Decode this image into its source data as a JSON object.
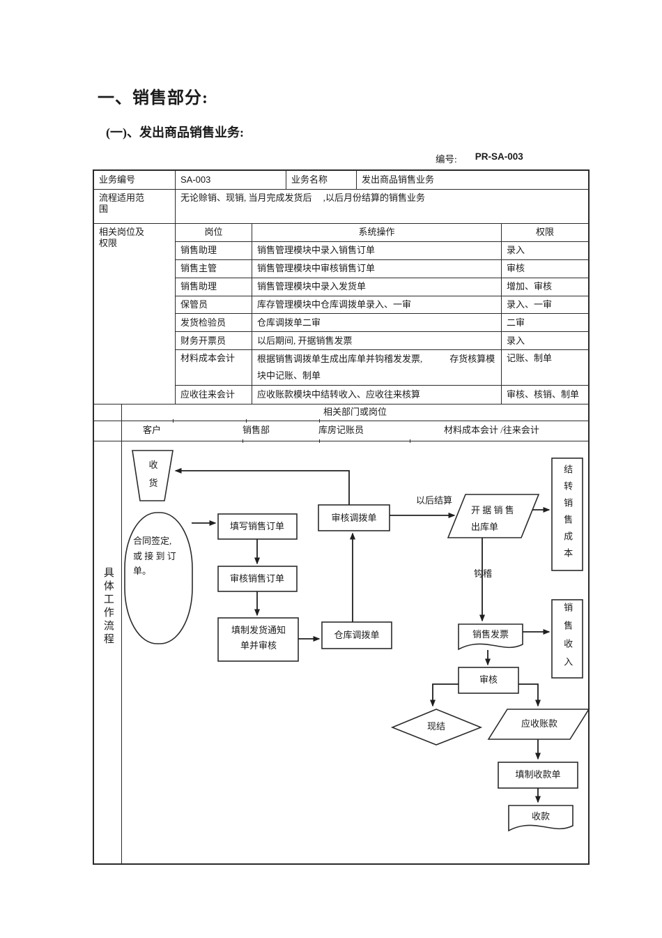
{
  "page": {
    "title": "一、销售部分:",
    "subtitle": "(一)、发出商品销售业务:",
    "doc_no_label": "编号:",
    "doc_no_value": "PR-SA-003"
  },
  "info_table": {
    "row1": {
      "biz_no_label": "业务编号",
      "biz_no_value": "SA-003",
      "biz_name_label": "业务名称",
      "biz_name_value": "发出商品销售业务"
    },
    "row2": {
      "label": "流程适用范\n围",
      "content": "无论赊销、现销, 当月完成发货后　 ,以后月份结算的销售业务"
    },
    "roles": {
      "label": "相关岗位及\n权限",
      "header": {
        "post": "岗位",
        "operation": "系统操作",
        "permission": "权限"
      },
      "rows": [
        {
          "post": "销售助理",
          "operation": "销售管理模块中录入销售订单",
          "permission": "录入"
        },
        {
          "post": "销售主管",
          "operation": "销售管理模块中审核销售订单",
          "permission": "审核"
        },
        {
          "post": "销售助理",
          "operation": "销售管理模块中录入发货单",
          "permission": "增加、审核"
        },
        {
          "post": "保管员",
          "operation": "库存管理模块中仓库调拨单录入、一审",
          "permission": "录入、一审"
        },
        {
          "post": "发货检验员",
          "operation": "仓库调拨单二审",
          "permission": "二审"
        },
        {
          "post": "财务开票员",
          "operation": "以后期间, 开据销售发票",
          "permission": "录入"
        },
        {
          "post": "材料成本会计",
          "operation": "根据销售调拨单生成出库单并钩稽发发票,　　　存货核算模\n块中记账、制单",
          "permission": "记账、制单"
        },
        {
          "post": "应收往来会计",
          "operation": "应收账款模块中结转收入、应收往来核算",
          "permission": "审核、核销、制单"
        }
      ]
    },
    "dept_header": "相关部门或岗位",
    "dept_columns": [
      "客户",
      "销售部",
      "库房记账员",
      "材料成本会计 /往来会计"
    ],
    "flow_label": "具体工作流程"
  },
  "flowchart": {
    "receive_goods": "收\n货",
    "contract": "合同签定,\n或 接 到 订\n单。",
    "fill_sales_order": "填写销售订单",
    "review_sales_order": "审核销售订单",
    "fill_shipping_notice": "填制发货通知\n单并审核",
    "warehouse_transfer": "仓库调拨单",
    "review_transfer": "审核调拨单",
    "later_settlement": "以后结算",
    "issue_outbound": "开 据 销 售\n出库单",
    "carry_over_cost": "结转销售成本",
    "cross_check": "钩稽",
    "sales_invoice": "销售发票",
    "sales_revenue": "销售收入",
    "review": "审核",
    "cash_settle": "现结",
    "accounts_receivable": "应收账款",
    "fill_receipt": "填制收款单",
    "receive_payment": "收款"
  },
  "colors": {
    "ink": "#2a2a2a",
    "paper": "#ffffff"
  }
}
